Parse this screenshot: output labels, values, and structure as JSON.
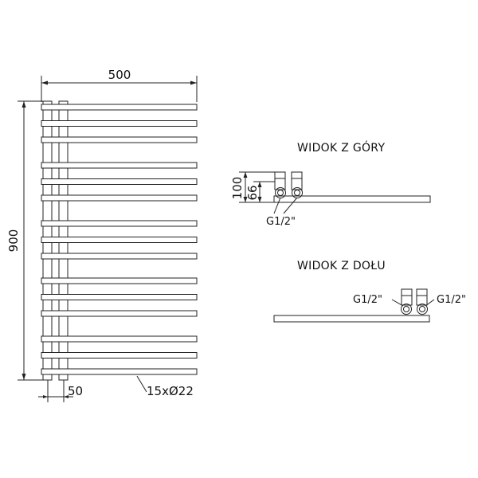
{
  "front_view": {
    "width_dim": "500",
    "height_dim": "900",
    "spacing_dim": "50",
    "tube_spec": "15xØ22",
    "bar_groups": [
      3,
      3,
      3,
      3,
      3
    ]
  },
  "top_view": {
    "title": "WIDOK Z GÓRY",
    "depth_dim": "100",
    "axis_dim": "66",
    "thread": "G1/2\""
  },
  "bottom_view": {
    "title": "WIDOK Z DOŁU",
    "thread_left": "G1/2\"",
    "thread_right": "G1/2\""
  }
}
